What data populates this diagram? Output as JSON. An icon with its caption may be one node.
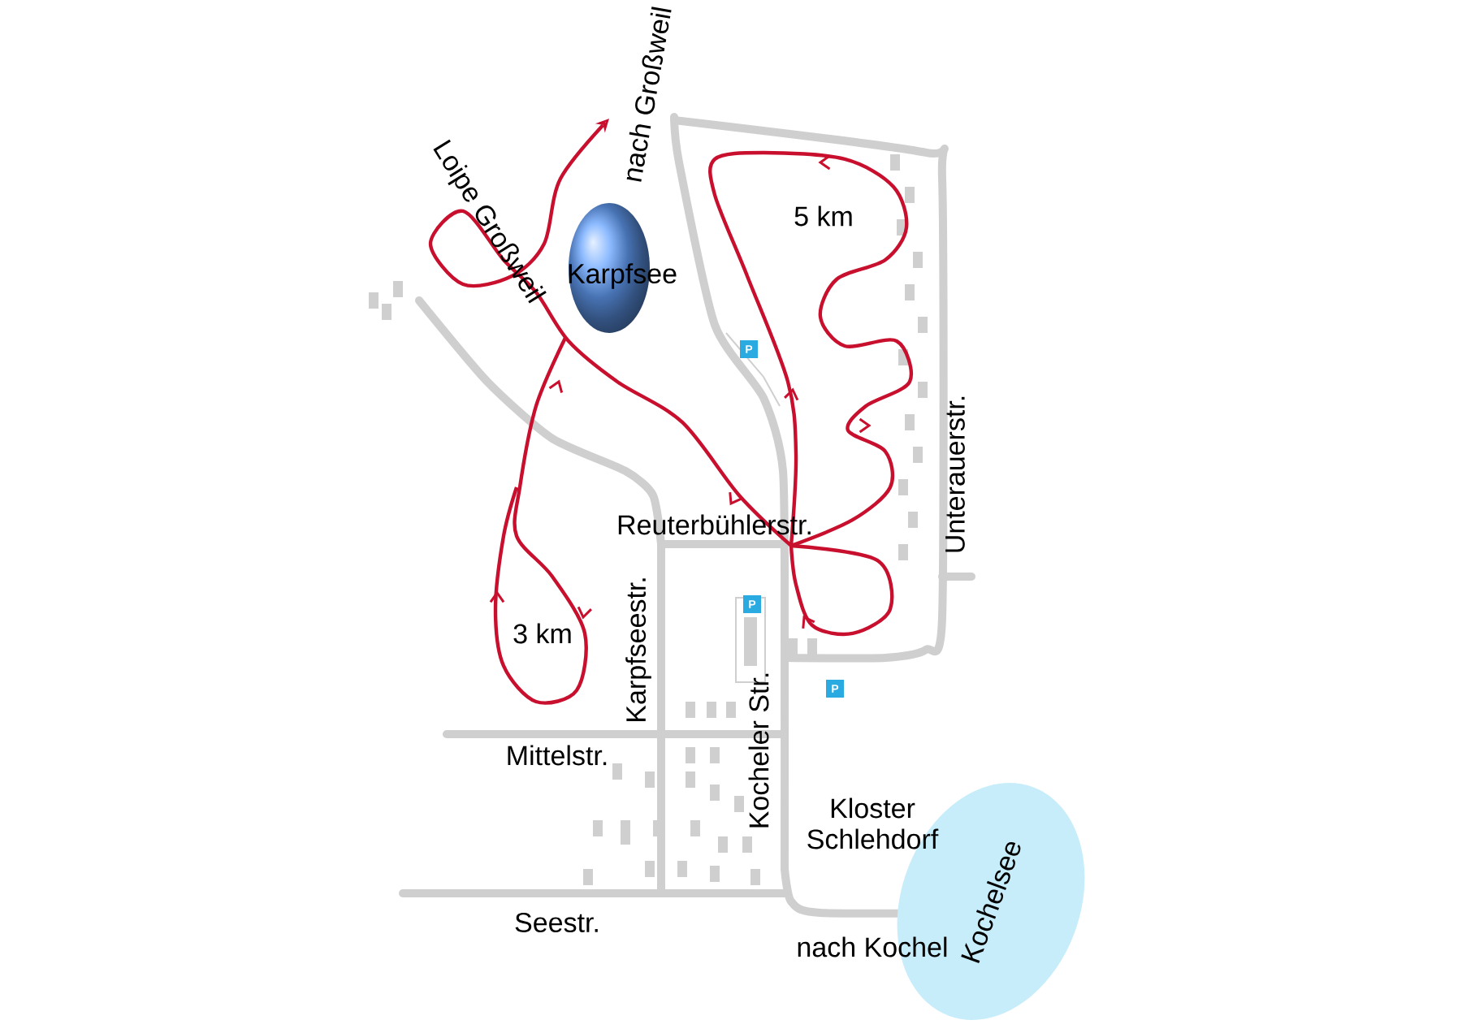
{
  "diagram": {
    "nodes": [
      {
        "text": [
          "Karpfsee"
        ]
      },
      {
        "text": [
          "Kochelsee"
        ]
      },
      {
        "text": [
          "P"
        ]
      },
      {
        "text": [
          "P"
        ]
      },
      {
        "text": [
          "P"
        ]
      }
    ],
    "labels": [
      "Loipe Großweil",
      "nach Großweil",
      "5 km",
      "Reuterbühlerstr.",
      "Unterauerstr.",
      "3 km",
      "Karpfseestr.",
      "Mittelstr.",
      "Kocheler Str.",
      "Kloster Schlehdorf",
      "Seestr.",
      "nach Kochel"
    ]
  }
}
